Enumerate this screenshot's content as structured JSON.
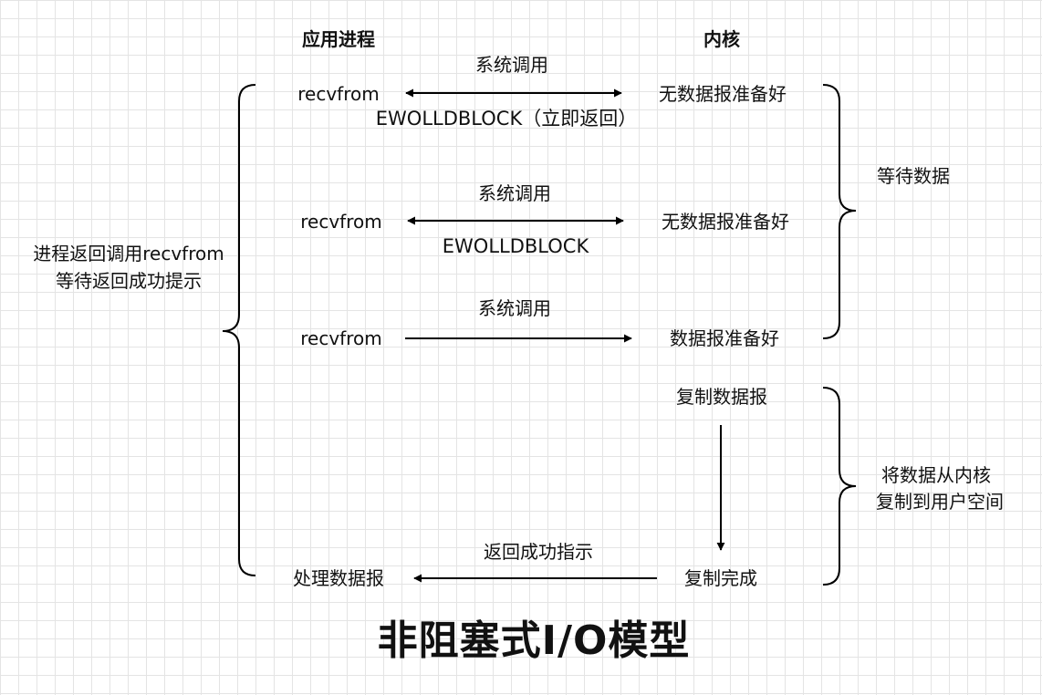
{
  "headers": {
    "app_process": "应用进程",
    "kernel": "内核"
  },
  "left_note": {
    "line1": "进程返回调用recvfrom",
    "line2": "等待返回成功提示"
  },
  "right_notes": {
    "wait": "等待数据",
    "copy_line1": "将数据从内核",
    "copy_line2": "复制到用户空间"
  },
  "steps": [
    {
      "app": "recvfrom",
      "call": "系统调用",
      "kernel": "无数据报准备好",
      "return": "EWOLLDBLOCK（立即返回）"
    },
    {
      "app": "recvfrom",
      "call": "系统调用",
      "kernel": "无数据报准备好",
      "return": "EWOLLDBLOCK"
    },
    {
      "app": "recvfrom",
      "call": "系统调用",
      "kernel": "数据报准备好"
    }
  ],
  "copy": {
    "start": "复制数据报",
    "done": "复制完成",
    "return_label": "返回成功指示",
    "app_handle": "处理数据报"
  },
  "title": "非阻塞式I/O模型"
}
